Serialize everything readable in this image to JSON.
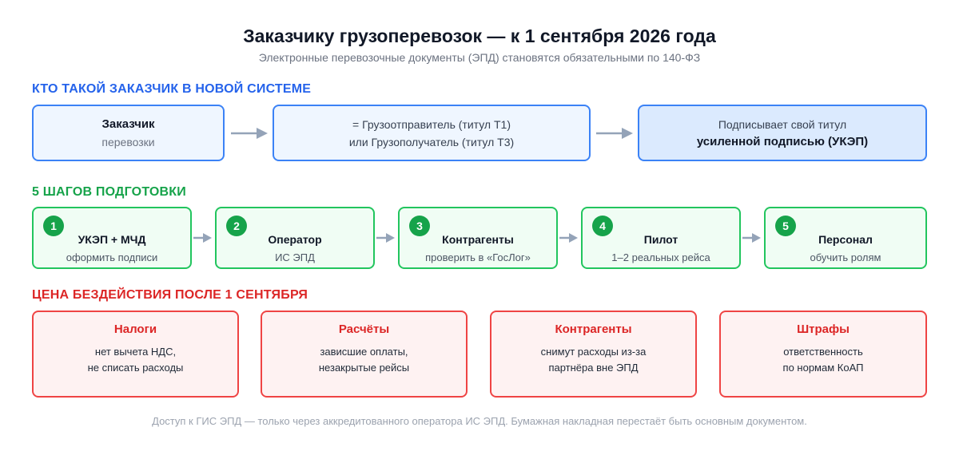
{
  "header": {
    "title": "Заказчику грузоперевозок — к 1 сентября 2026 года",
    "subtitle": "Электронные перевозочные документы (ЭПД) становятся обязательными по 140-ФЗ"
  },
  "who": {
    "heading": "КТО ТАКОЙ ЗАКАЗЧИК В НОВОЙ СИСТЕМЕ",
    "box1": {
      "title": "Заказчик",
      "sub": "перевозки"
    },
    "box2": {
      "line1": "= Грузоотправитель (титул Т1)",
      "line2": "или Грузополучатель (титул Т3)"
    },
    "box3": {
      "line1": "Подписывает свой титул",
      "line2": "усиленной подписью (УКЭП)"
    }
  },
  "steps": {
    "heading": "5 ШАГОВ ПОДГОТОВКИ",
    "items": [
      {
        "num": "1",
        "title": "УКЭП + МЧД",
        "sub": "оформить подписи"
      },
      {
        "num": "2",
        "title": "Оператор",
        "sub": "ИС ЭПД"
      },
      {
        "num": "3",
        "title": "Контрагенты",
        "sub": "проверить в «ГосЛог»"
      },
      {
        "num": "4",
        "title": "Пилот",
        "sub": "1–2 реальных рейса"
      },
      {
        "num": "5",
        "title": "Персонал",
        "sub": "обучить ролям"
      }
    ]
  },
  "cost": {
    "heading": "ЦЕНА БЕЗДЕЙСТВИЯ ПОСЛЕ 1 СЕНТЯБРЯ",
    "items": [
      {
        "title": "Налоги",
        "line1": "нет вычета НДС,",
        "line2": "не списать расходы"
      },
      {
        "title": "Расчёты",
        "line1": "зависшие оплаты,",
        "line2": "незакрытые рейсы"
      },
      {
        "title": "Контрагенты",
        "line1": "снимут расходы из-за",
        "line2": "партнёра вне ЭПД"
      },
      {
        "title": "Штрафы",
        "line1": "ответственность",
        "line2": "по нормам КоАП"
      }
    ]
  },
  "footer": {
    "note": "Доступ к ГИС ЭПД — только через аккредитованного оператора ИС ЭПД. Бумажная накладная перестаёт быть основным документом."
  },
  "colors": {
    "blue": "#3b82f6",
    "green": "#16a34a",
    "red": "#dc2626",
    "arrow": "#94a3b8"
  }
}
